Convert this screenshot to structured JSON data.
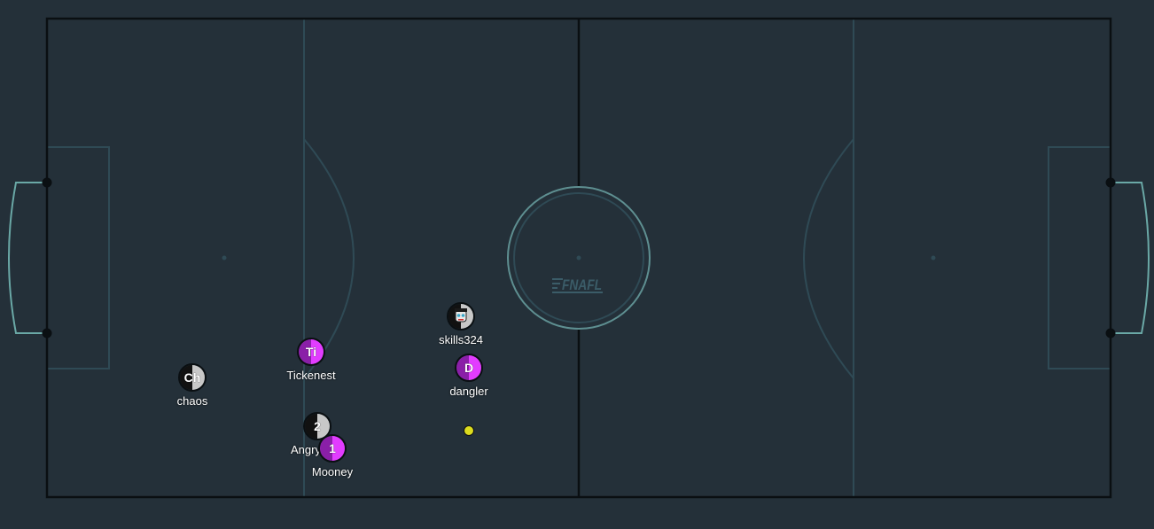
{
  "game": {
    "field_logo_text": "FNAFL",
    "colors": {
      "background": "#243039",
      "field_line": "#2f4a55",
      "boundary_line": "#0a0f12",
      "goal_line": "#6aa8a6",
      "center_circle": "#5e8f91",
      "team_red_primary": "#111111",
      "team_red_secondary": "#c8c8c8",
      "team_blue_primary": "#8a1fa8",
      "team_blue_secondary": "#e23cff",
      "ball": "#dcdc1e"
    },
    "players": [
      {
        "id": "p-chaos",
        "name": "chaos",
        "avatar": "Ch",
        "team": "red"
      },
      {
        "id": "p-tickenest",
        "name": "Tickenest",
        "avatar": "Ti",
        "team": "blue"
      },
      {
        "id": "p-angry",
        "name": "Angry",
        "avatar": "2",
        "team": "red"
      },
      {
        "id": "p-mooney",
        "name": "Mooney",
        "avatar": "1",
        "team": "blue"
      },
      {
        "id": "p-skills324",
        "name": "skills324",
        "avatar": "face",
        "team": "red"
      },
      {
        "id": "p-dangler",
        "name": "dangler",
        "avatar": "D",
        "team": "blue"
      }
    ]
  }
}
